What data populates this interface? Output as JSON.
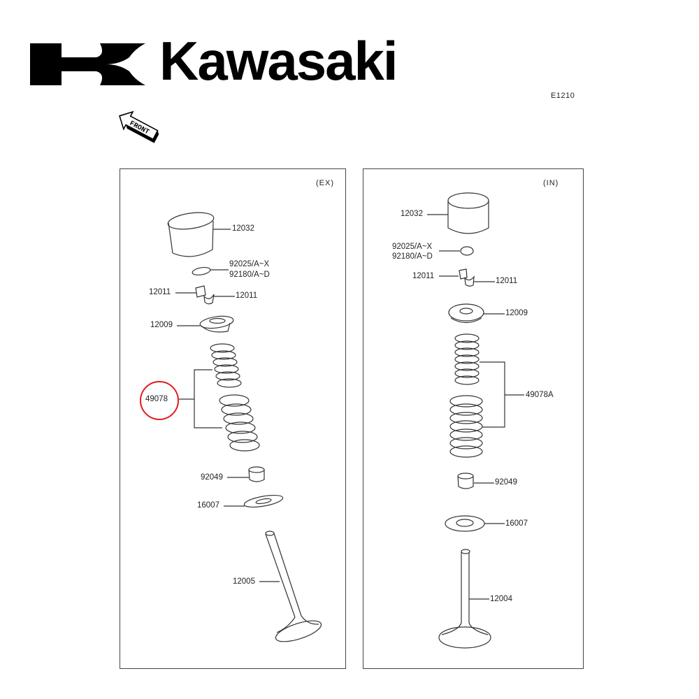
{
  "header": {
    "brand": "Kawasaki",
    "diagram_code": "E1210",
    "front_indicator": "FRONT"
  },
  "panels": {
    "exhaust": {
      "tag": "(EX)",
      "parts": {
        "tappet": "12032",
        "shim_1": "92025/A~X",
        "shim_2": "92180/A~D",
        "keeper_left": "12011",
        "keeper_right": "12011",
        "retainer": "12009",
        "spring": "49078",
        "stem_seal": "92049",
        "spring_seat": "16007",
        "valve": "12005"
      },
      "highlighted_part": "49078"
    },
    "intake": {
      "tag": "(IN)",
      "parts": {
        "tappet": "12032",
        "shim_1": "92025/A~X",
        "shim_2": "92180/A~D",
        "keeper_left": "12011",
        "keeper_right": "12011",
        "retainer": "12009",
        "spring": "49078A",
        "stem_seal": "92049",
        "spring_seat": "16007",
        "valve": "12004"
      }
    }
  },
  "colors": {
    "highlight": "#e31b1b",
    "line": "#333333"
  }
}
